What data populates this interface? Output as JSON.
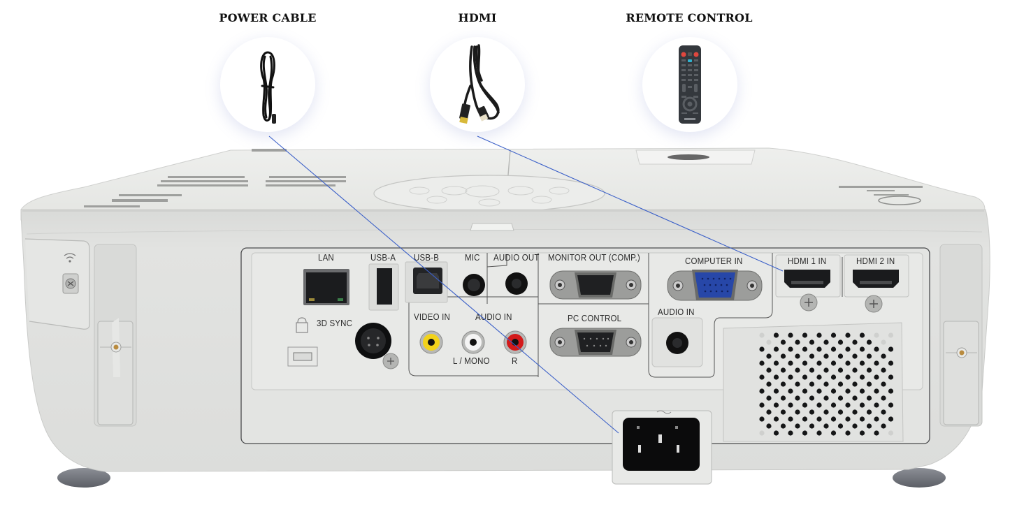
{
  "accessories": [
    {
      "id": "power-cable",
      "title": "POWER CABLE",
      "icon": "power-cable-icon"
    },
    {
      "id": "hdmi",
      "title": "HDMI",
      "icon": "hdmi-cable-icon"
    },
    {
      "id": "remote-control",
      "title": "REMOTE CONTROL",
      "icon": "remote-control-icon"
    }
  ],
  "ports": {
    "lan": "LAN",
    "usb_a": "USB-A",
    "usb_b": "USB-B",
    "mic": "MIC",
    "audio_out": "AUDIO OUT",
    "monitor_out": "MONITOR OUT (COMP.)",
    "computer_in": "COMPUTER IN",
    "hdmi1": "HDMI 1 IN",
    "hdmi2": "HDMI 2 IN",
    "sync3d": "3D SYNC",
    "video_in": "VIDEO IN",
    "audio_in_rca": "AUDIO IN",
    "l_mono": "L / MONO",
    "r": "R",
    "pc_control": "PC  CONTROL",
    "audio_in": "AUDIO IN"
  },
  "colors": {
    "body": "#e4e5e3",
    "panel": "#e9eae8",
    "connector_line": "#3a5fc8",
    "vga_blue": "#2747a8",
    "rca_yellow": "#f2d21a",
    "rca_white": "#f4f4f4",
    "rca_red": "#d31a1a"
  }
}
